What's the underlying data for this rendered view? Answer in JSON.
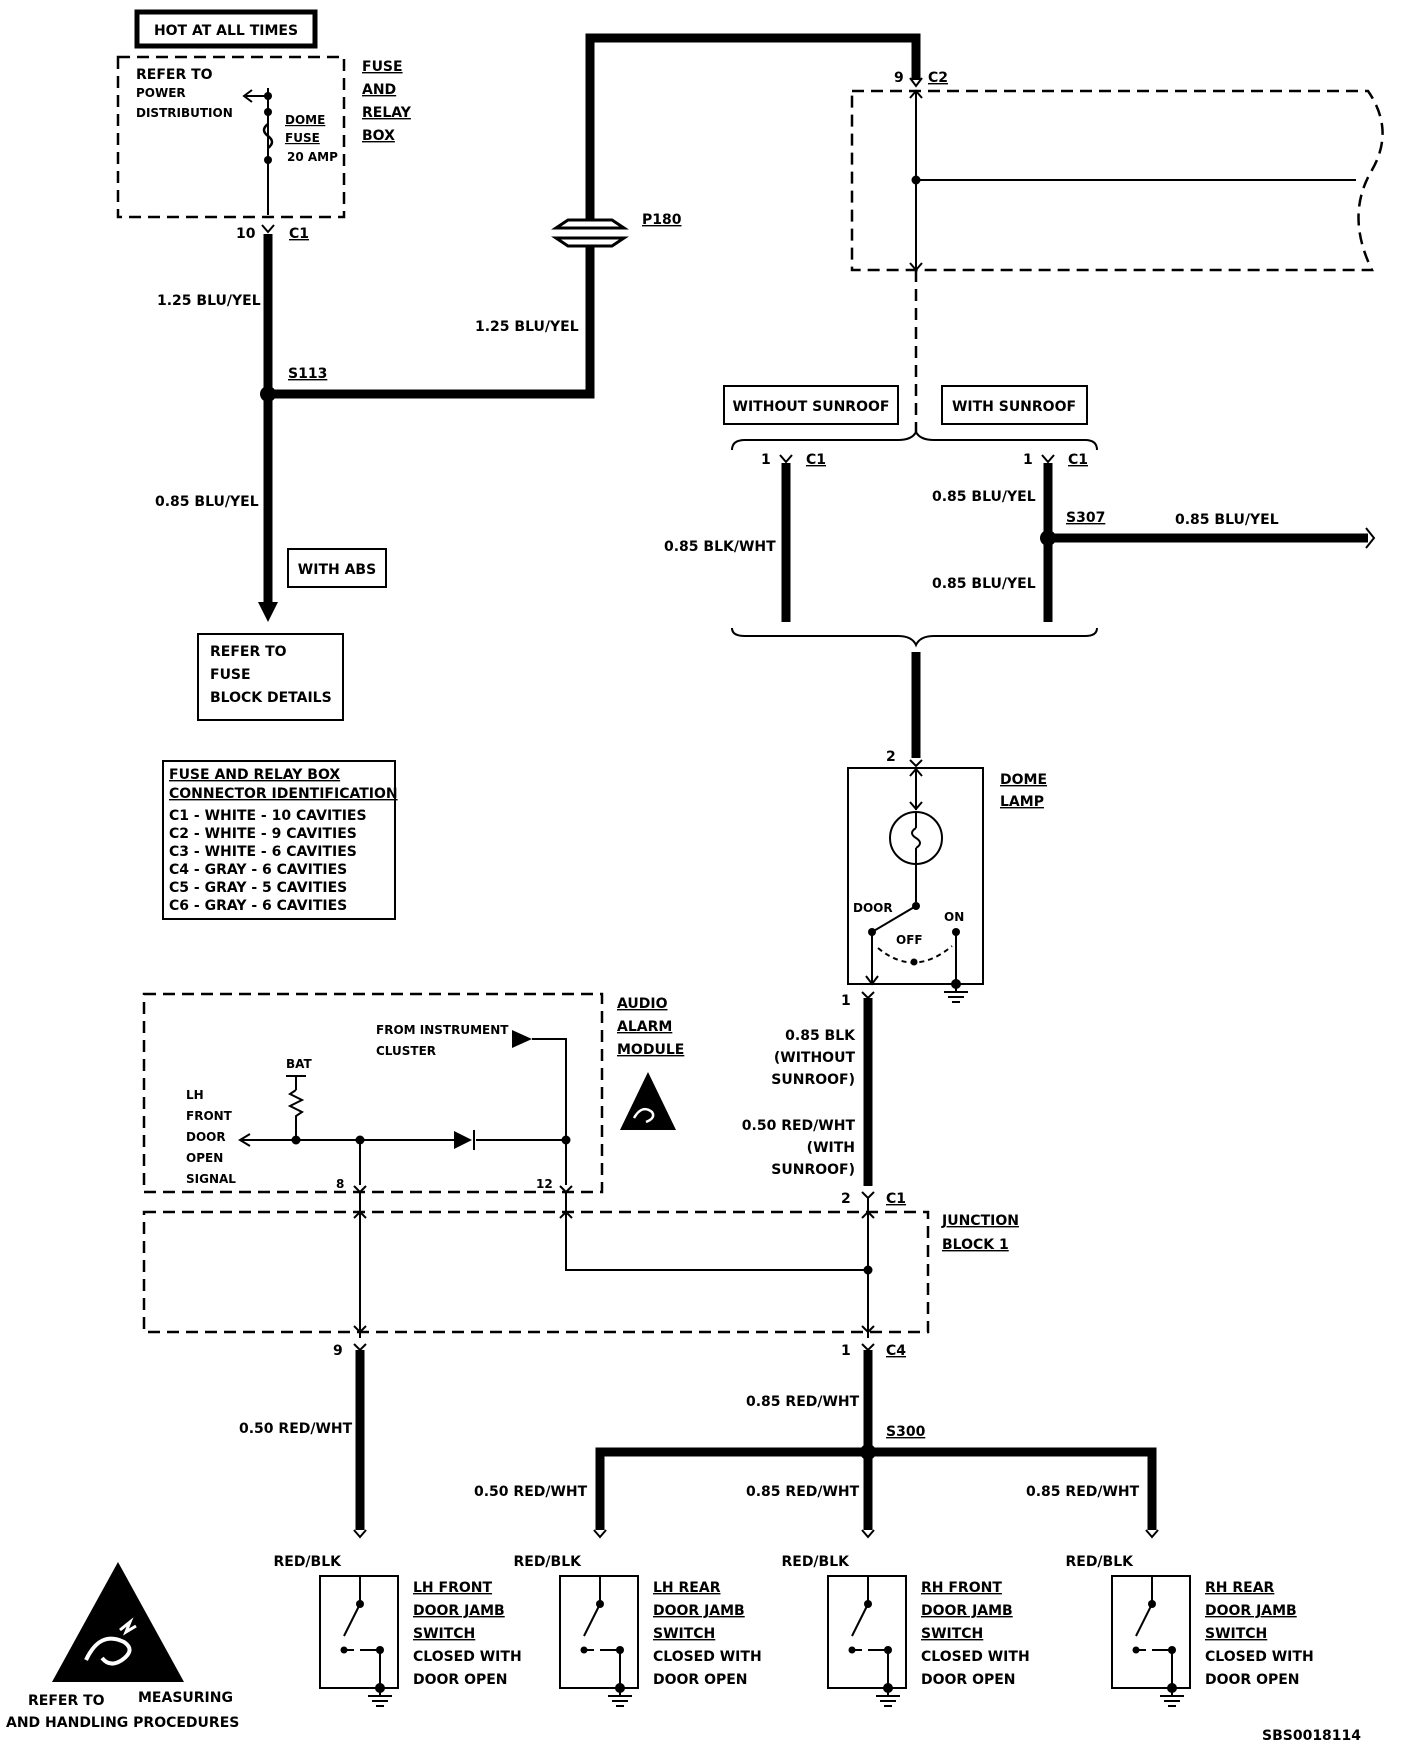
{
  "hot_label": "HOT AT ALL TIMES",
  "fuse_box": {
    "refer_1": "REFER TO",
    "refer_2": "POWER",
    "refer_3": "DISTRIBUTION",
    "fuse_1": "DOME",
    "fuse_2": "FUSE",
    "fuse_3": "20 AMP",
    "title_1": "FUSE",
    "title_2": "AND",
    "title_3": "RELAY",
    "title_4": "BOX"
  },
  "conn_c1_pin": "10",
  "conn_c1": "C1",
  "wire_125_a": "1.25 BLU/YEL",
  "wire_125_b": "1.25 BLU/YEL",
  "splice_s113": "S113",
  "wire_085_a": "0.85 BLU/YEL",
  "with_abs": "WITH ABS",
  "fuse_block": {
    "line1": "REFER TO",
    "line2": "FUSE",
    "line3": "BLOCK DETAILS"
  },
  "connector_table": {
    "title1": "FUSE AND RELAY BOX",
    "title2": "CONNECTOR IDENTIFICATION",
    "rows": [
      "C1 - WHITE - 10 CAVITIES",
      "C2 - WHITE - 9 CAVITIES",
      "C3 - WHITE - 6 CAVITIES",
      "C4 - GRAY - 6 CAVITIES",
      "C5 - GRAY - 5 CAVITIES",
      "C6 - GRAY - 6 CAVITIES"
    ]
  },
  "p180": "P180",
  "c2_pin": "9",
  "c2": "C2",
  "without_sunroof": "WITHOUT SUNROOF",
  "with_sunroof": "WITH SUNROOF",
  "wo_pin": "1",
  "wo_conn": "C1",
  "w_pin": "1",
  "w_conn": "C1",
  "wire_blk_wht": "0.85 BLK/WHT",
  "wire_085_b": "0.85 BLU/YEL",
  "wire_085_c": "0.85 BLU/YEL",
  "splice_s307": "S307",
  "wire_085_d": "0.85 BLU/YEL",
  "dome_lamp": {
    "pin_top": "2",
    "title1": "DOME",
    "title2": "LAMP",
    "door": "DOOR",
    "on": "ON",
    "off": "OFF",
    "pin_bottom": "1"
  },
  "dome_wire": {
    "l1": "0.85 BLK",
    "l2": "(WITHOUT",
    "l3": "SUNROOF)",
    "l4": "0.50 RED/WHT",
    "l5": "(WITH",
    "l6": "SUNROOF)"
  },
  "jb_c1_pin": "2",
  "jb_c1": "C1",
  "junction": {
    "line1": "JUNCTION",
    "line2": "BLOCK 1"
  },
  "audio": {
    "title1": "AUDIO",
    "title2": "ALARM",
    "title3": "MODULE",
    "from1": "FROM INSTRUMENT",
    "from2": "CLUSTER",
    "bat": "BAT",
    "lh1": "LH",
    "lh2": "FRONT",
    "lh3": "DOOR",
    "lh4": "OPEN",
    "lh5": "SIGNAL",
    "pin8": "8",
    "pin12": "12"
  },
  "jb_pin9": "9",
  "jb_c4_pin": "1",
  "jb_c4": "C4",
  "wire_050_left": "0.50 RED/WHT",
  "wire_085_redwht": "0.85 RED/WHT",
  "splice_s300": "S300",
  "switch_wires": [
    "0.50 RED/WHT",
    "0.85 RED/WHT",
    "0.85 RED/WHT"
  ],
  "switches": [
    {
      "pin_label": "RED/BLK",
      "l1": "LH FRONT",
      "l2": "DOOR JAMB",
      "l3": "SWITCH",
      "l4": "CLOSED WITH",
      "l5": "DOOR OPEN"
    },
    {
      "pin_label": "RED/BLK",
      "l1": "LH REAR",
      "l2": "DOOR JAMB",
      "l3": "SWITCH",
      "l4": "CLOSED WITH",
      "l5": "DOOR OPEN"
    },
    {
      "pin_label": "RED/BLK",
      "l1": "RH FRONT",
      "l2": "DOOR JAMB",
      "l3": "SWITCH",
      "l4": "CLOSED WITH",
      "l5": "DOOR OPEN"
    },
    {
      "pin_label": "RED/BLK",
      "l1": "RH REAR",
      "l2": "DOOR JAMB",
      "l3": "SWITCH",
      "l4": "CLOSED WITH",
      "l5": "DOOR OPEN"
    }
  ],
  "esd": {
    "line1": "REFER TO",
    "line2": "MEASURING",
    "line3": "AND HANDLING PROCEDURES"
  },
  "doc_id": "SBS0018114"
}
